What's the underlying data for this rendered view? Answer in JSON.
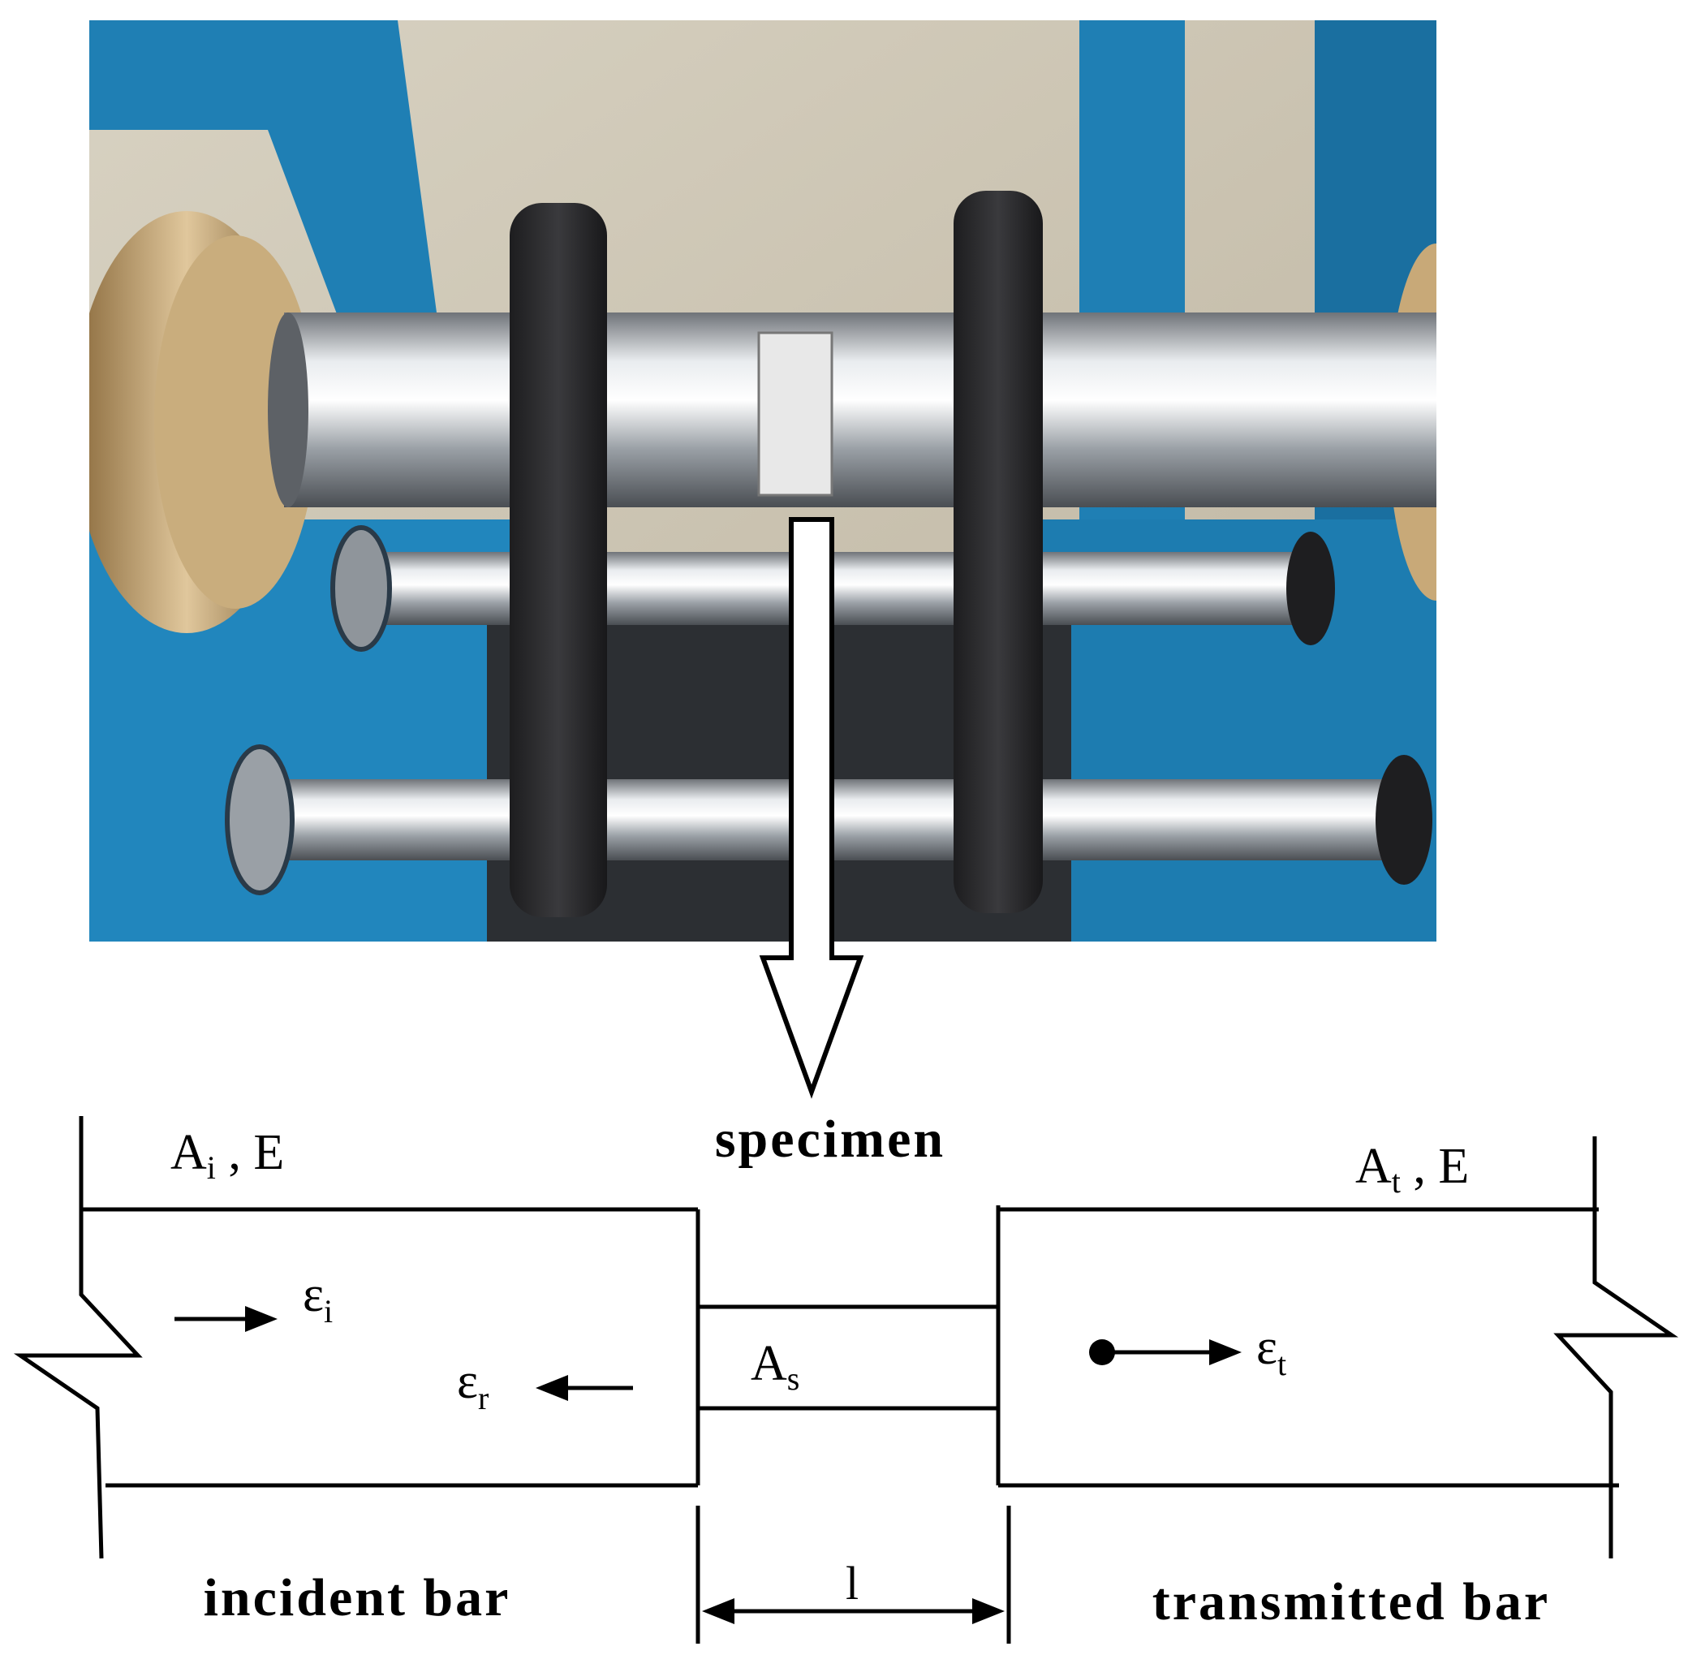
{
  "photo": {
    "subject": "split Hopkinson bar specimen holder",
    "colors": {
      "blue_frame": "#1f7fb4",
      "steel": "#c8ccd0",
      "black_fixture": "#2a2a2c",
      "background_wall": "#cfc6b4",
      "brass": "#b89a6a"
    }
  },
  "labels": {
    "specimen": "specimen",
    "incident_bar": "incident bar",
    "transmitted_bar": "transmitted bar",
    "length": "l"
  },
  "symbols": {
    "incident_area": {
      "base": "A",
      "sub": "i",
      "suffix": " , E"
    },
    "transmitted_area": {
      "base": "A",
      "sub": "t",
      "suffix": " , E"
    },
    "specimen_area": {
      "base": "A",
      "sub": "s"
    },
    "incident_strain": {
      "base": "ε",
      "sub": "i"
    },
    "reflected_strain": {
      "base": "ε",
      "sub": "r"
    },
    "transmitted_strain": {
      "base": "ε",
      "sub": "t"
    }
  }
}
